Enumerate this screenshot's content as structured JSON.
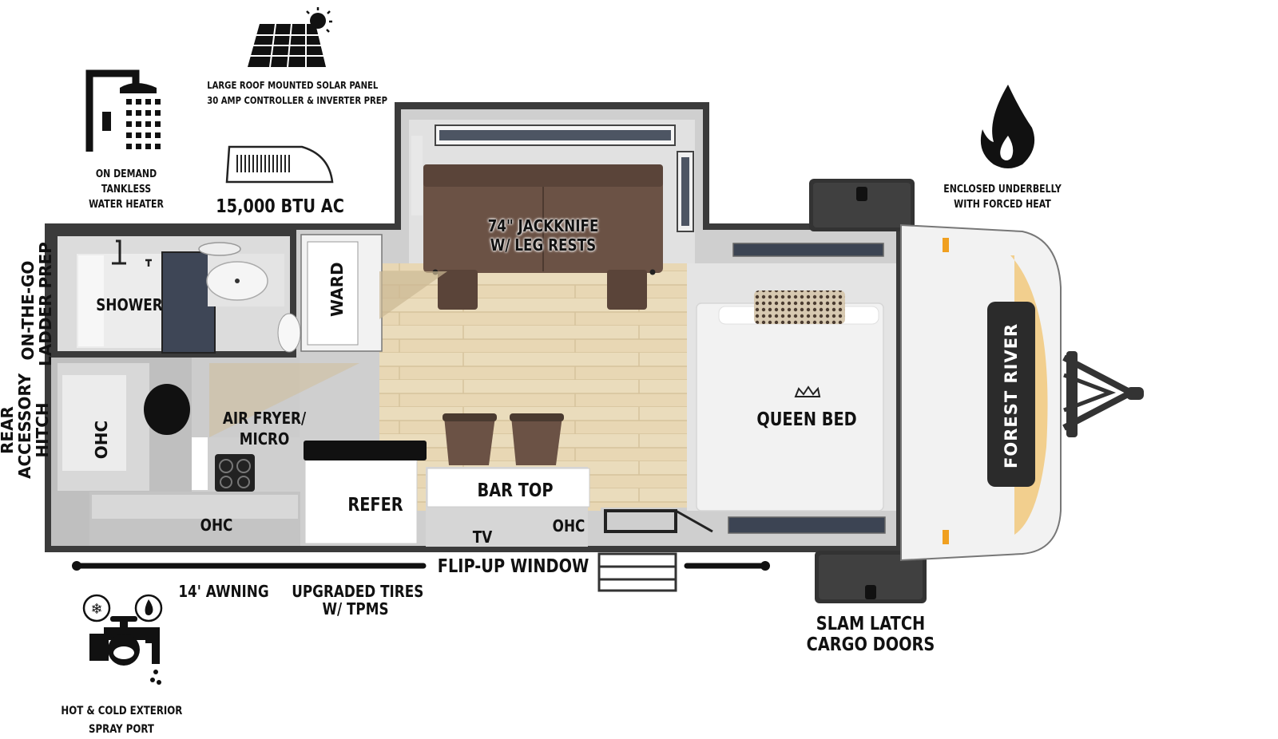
{
  "features": {
    "water_heater": [
      "ON DEMAND",
      "TANKLESS",
      "WATER HEATER"
    ],
    "solar": [
      "LARGE ROOF MOUNTED SOLAR PANEL",
      "30 AMP CONTROLLER & INVERTER PREP"
    ],
    "ac": "15,000 BTU AC",
    "underbelly": [
      "ENCLOSED UNDERBELLY",
      "WITH FORCED HEAT"
    ],
    "ladder": [
      "ON-THE-GO",
      "LADDER PREP"
    ],
    "hitch": [
      "REAR",
      "ACCESSORY",
      "HITCH"
    ],
    "awning": "14' AWNING",
    "tires": [
      "UPGRADED TIRES",
      "W/ TPMS"
    ],
    "window": "FLIP-UP WINDOW",
    "cargo": [
      "SLAM LATCH",
      "CARGO DOORS"
    ],
    "spray_port": [
      "HOT & COLD EXTERIOR",
      "SPRAY PORT"
    ]
  },
  "rooms": {
    "jackknife": [
      "74\" JACKKNIFE",
      "W/ LEG RESTS"
    ],
    "shower": "SHOWER",
    "ward": "WARD",
    "ohc_rear": "OHC",
    "air_fryer": [
      "AIR FRYER/",
      "MICRO"
    ],
    "ohc_bottom": "OHC",
    "refer": "REFER",
    "bar_top": "BAR TOP",
    "tv": "TV",
    "ohc_right": "OHC",
    "queen_bed": "QUEEN BED",
    "brand": "FOREST RIVER"
  },
  "colors": {
    "wall": "#3a3a3a",
    "floor": "#e7d6b2",
    "sofa": "#6b5245",
    "cabinet": "#d9d9d9",
    "accent": "#f2b33d"
  }
}
